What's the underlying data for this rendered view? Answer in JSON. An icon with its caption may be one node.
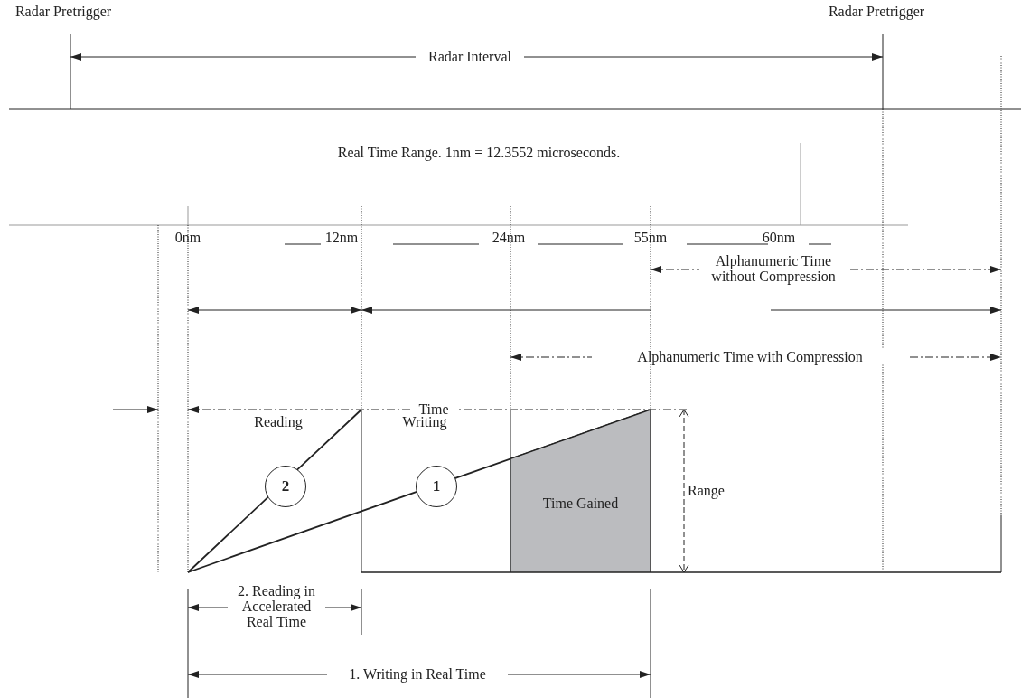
{
  "diagram": {
    "nodes": [
      {
        "text": [
          "2"
        ]
      },
      {
        "text": [
          "1"
        ]
      },
      {
        "text": [
          "Time Gained"
        ]
      }
    ],
    "labels": [
      "Radar Pretrigger",
      "Radar Pretrigger",
      "Radar Interval",
      "Real Time Range. 1nm = 12.3552 microseconds.",
      "0nm",
      "12nm",
      "24nm",
      "55nm",
      "60nm",
      "Alphanumeric Time without Compression",
      "Alphanumeric Time with Compression",
      "Time",
      "Reading",
      "Writing",
      "Range",
      "2. Reading in Accelerated Real Time",
      "1. Writing in Real Time"
    ]
  }
}
